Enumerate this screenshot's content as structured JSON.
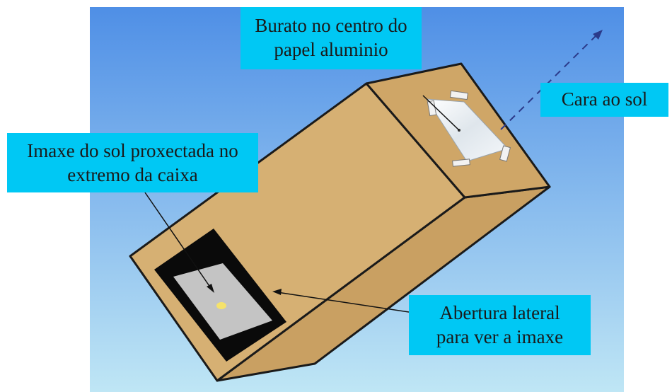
{
  "labels": {
    "hole": [
      "Burato no centro do",
      "papel aluminio"
    ],
    "sun_face": [
      "Cara ao sol"
    ],
    "projected_image": [
      "Imaxe do sol proxectada no",
      "extremo da caixa"
    ],
    "side_opening": [
      "Abertura lateral",
      "para ver a imaxe"
    ]
  },
  "colors": {
    "label_bg": "#00c8f4",
    "sky_top": "#4f8fe6",
    "sky_bottom": "#bfe6f5",
    "box_face": "#d4ad6f",
    "box_side": "#c9a062",
    "box_edge": "#1a1a1a",
    "opening": "#0a0a0a",
    "screen": "#c4c4c4",
    "foil": "#e7edf2",
    "sun_spot": "#f5e26b"
  }
}
